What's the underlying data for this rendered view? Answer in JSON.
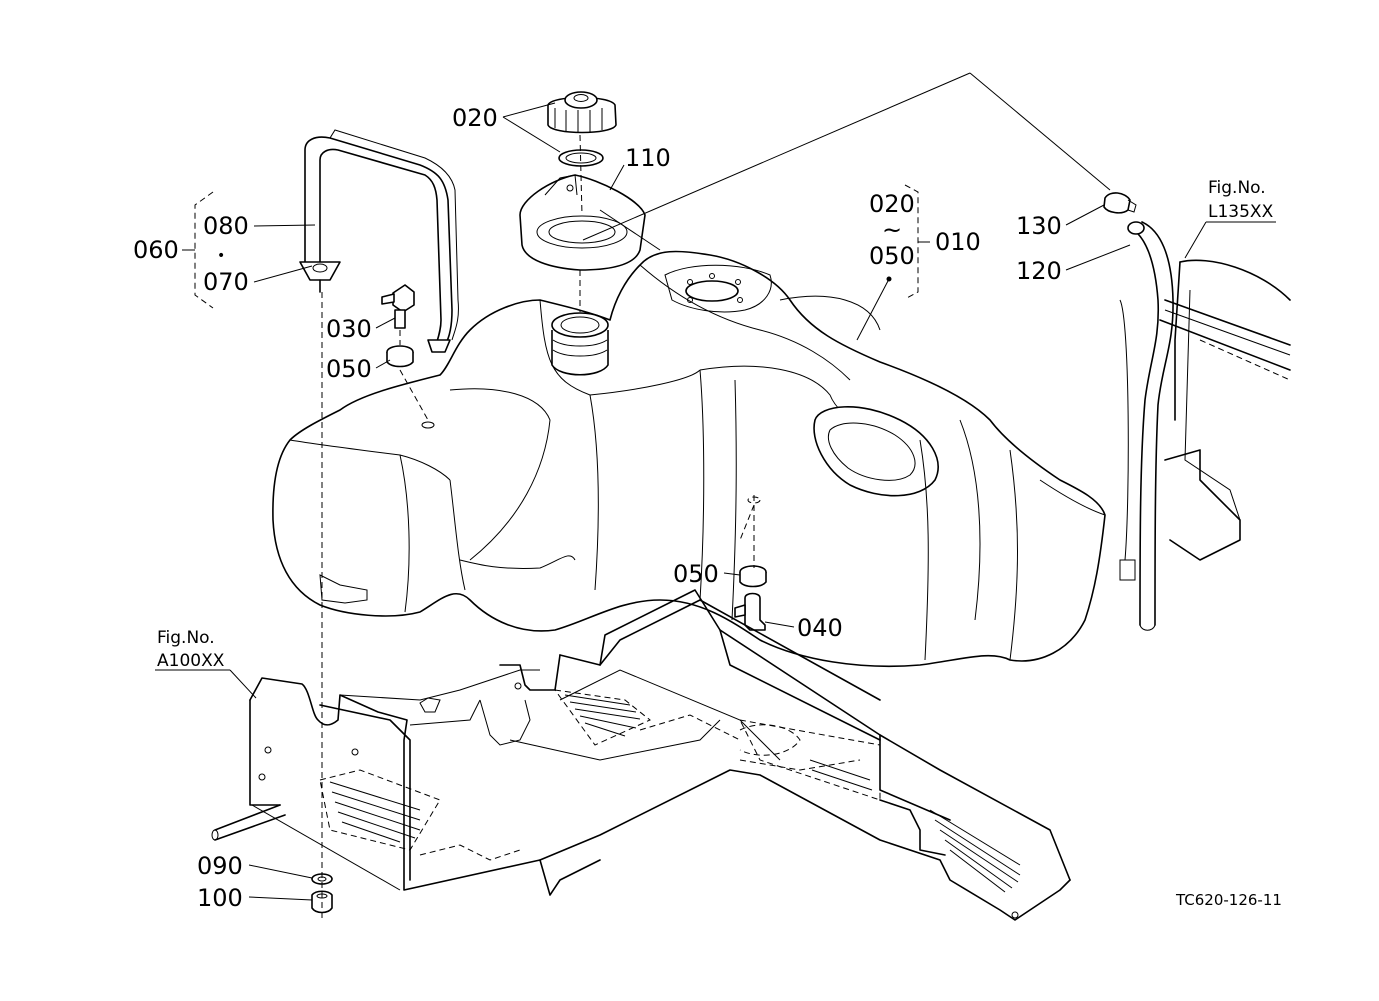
{
  "parts": {
    "p010": "010",
    "p020_cap": "020",
    "p020_range": "020",
    "range_sep": "~",
    "p050_range": "050",
    "p030": "030",
    "p040": "040",
    "p050_top": "050",
    "p050_bottom": "050",
    "p060": "060",
    "p070": "070",
    "dot": "•",
    "p080": "080",
    "p090": "090",
    "p100": "100",
    "p110": "110",
    "p120": "120",
    "p130": "130"
  },
  "refs": {
    "fig_label_1": "Fig.No.",
    "fig_code_1": "L135XX",
    "fig_label_2": "Fig.No.",
    "fig_code_2": "A100XX"
  },
  "drawing_code": "TC620-126-11"
}
